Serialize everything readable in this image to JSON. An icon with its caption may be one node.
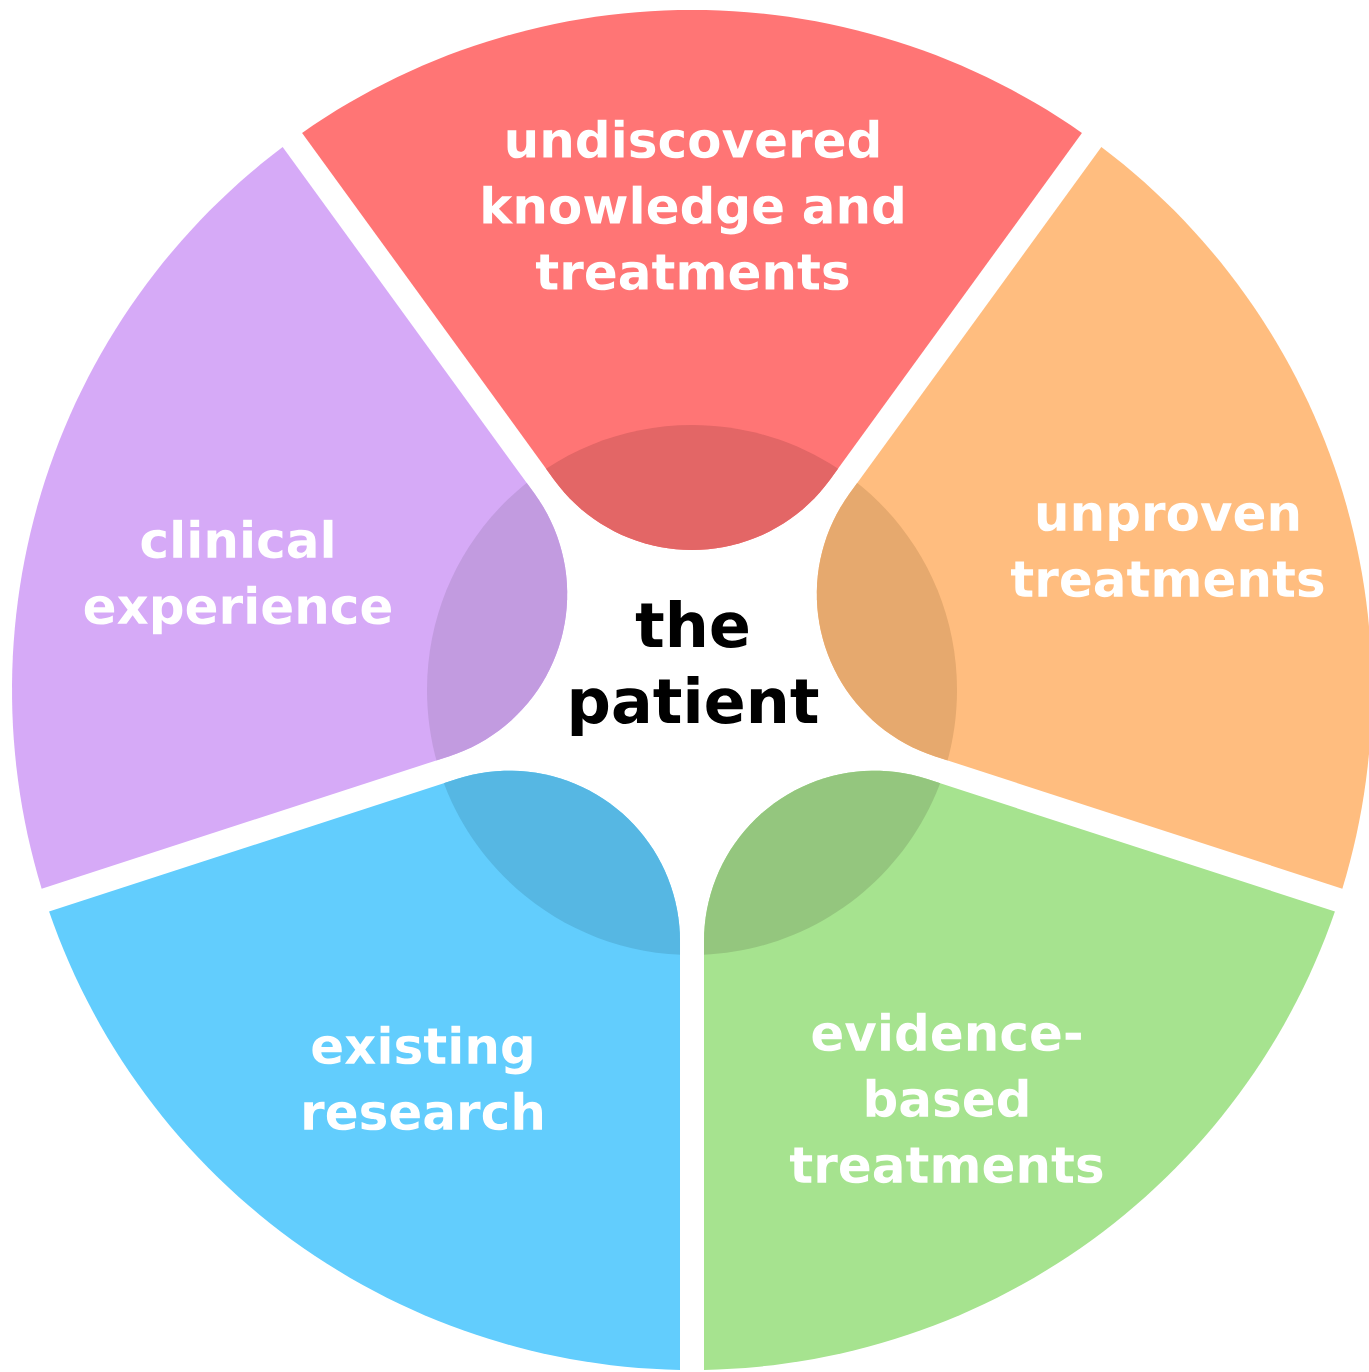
{
  "diagram": {
    "nodes": [
      {
        "text": [
          "undiscovered knowledge and treatments"
        ]
      },
      {
        "text": [
          "clinical experience"
        ]
      },
      {
        "text": [
          "unproven treatments"
        ]
      },
      {
        "text": [
          "the patient"
        ]
      },
      {
        "text": [
          "existing research"
        ]
      },
      {
        "text": [
          "evidence-based treatments"
        ]
      }
    ]
  }
}
